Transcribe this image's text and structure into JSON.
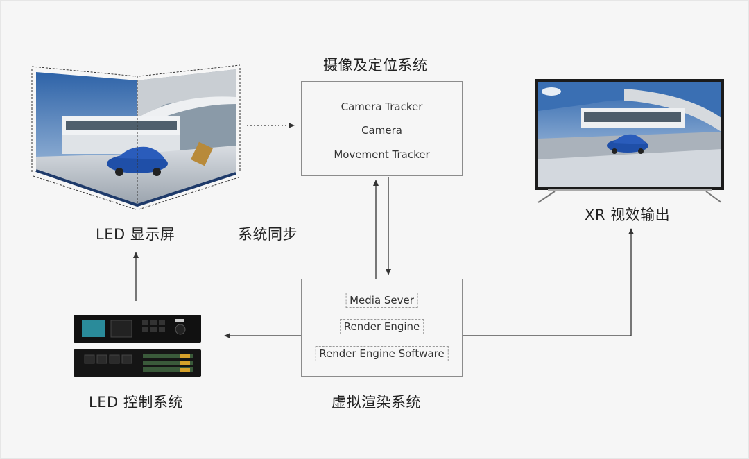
{
  "labels": {
    "camera_system": "摄像及定位系统",
    "led_display": "LED 显示屏",
    "sync": "系统同步",
    "xr_output": "XR 视效输出",
    "led_control": "LED 控制系统",
    "render_system": "虚拟渲染系统"
  },
  "camera_box": {
    "lines": [
      "Camera Tracker",
      "Camera",
      "Movement Tracker"
    ]
  },
  "render_box": {
    "items": [
      "Media Sever",
      "Render Engine",
      "Render Engine Software"
    ]
  },
  "colors": {
    "background": "#f6f6f6",
    "box_border": "#8c8c8c",
    "arrow": "#333333",
    "sky": "#3d6fb0",
    "car": "#1f4fa8"
  },
  "icons": {
    "led_display_image": "curved-led-wall-with-car",
    "xr_output_image": "television-with-car",
    "led_control_image": "rack-mounted-led-controllers"
  }
}
